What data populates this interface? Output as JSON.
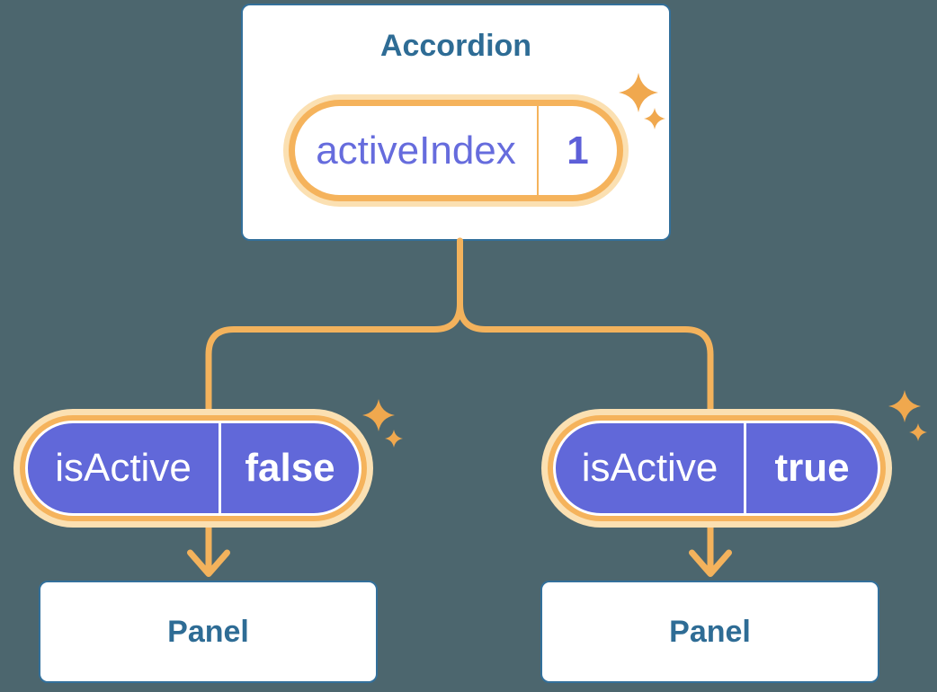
{
  "diagram": {
    "background_color": "#4C666E",
    "accent_orange": "#F3B25C",
    "glow_color": "#FBE0B2",
    "pill_purple": "#6168D9",
    "heading_blue": "#2E6C95",
    "card_border_blue": "#33709B",
    "state_label_color": "#666CDD",
    "state_value_color": "#5D5FD8"
  },
  "accordion": {
    "title": "Accordion",
    "state": {
      "label": "activeIndex",
      "value": "1"
    }
  },
  "children": [
    {
      "prop": {
        "label": "isActive",
        "value": "false"
      },
      "panel": {
        "title": "Panel"
      }
    },
    {
      "prop": {
        "label": "isActive",
        "value": "true"
      },
      "panel": {
        "title": "Panel"
      }
    }
  ],
  "icons": {
    "sparkle": "four-point-star",
    "arrow": "down-arrow-chevron"
  }
}
